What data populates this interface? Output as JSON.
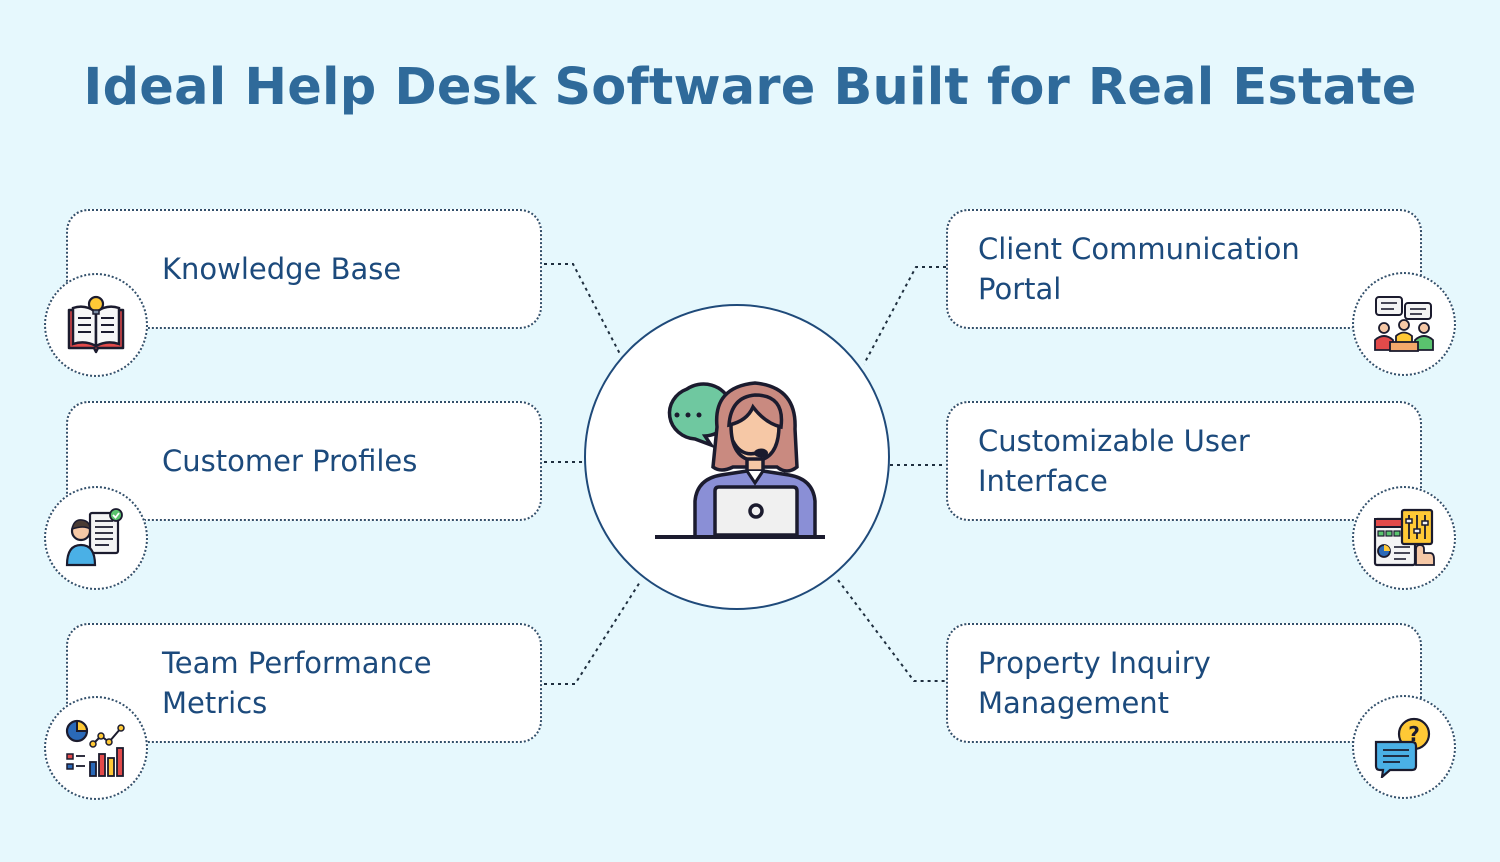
{
  "title": "Ideal Help Desk Software Built for Real Estate",
  "center": {
    "icon": "customer-support-agent-icon"
  },
  "left_features": [
    {
      "label": "Knowledge Base",
      "icon": "knowledge-book-icon"
    },
    {
      "label": "Customer Profiles",
      "icon": "customer-profile-icon"
    },
    {
      "label": "Team Performance Metrics",
      "icon": "performance-metrics-icon"
    }
  ],
  "right_features": [
    {
      "label": "Client Communication Portal",
      "icon": "client-communication-icon"
    },
    {
      "label": "Customizable User Interface",
      "icon": "customizable-ui-icon"
    },
    {
      "label": "Property Inquiry Management",
      "icon": "property-inquiry-icon"
    }
  ],
  "colors": {
    "background": "#e6f8fd",
    "title": "#2f6a9a",
    "label": "#1c4a7c",
    "border": "#33506b"
  }
}
